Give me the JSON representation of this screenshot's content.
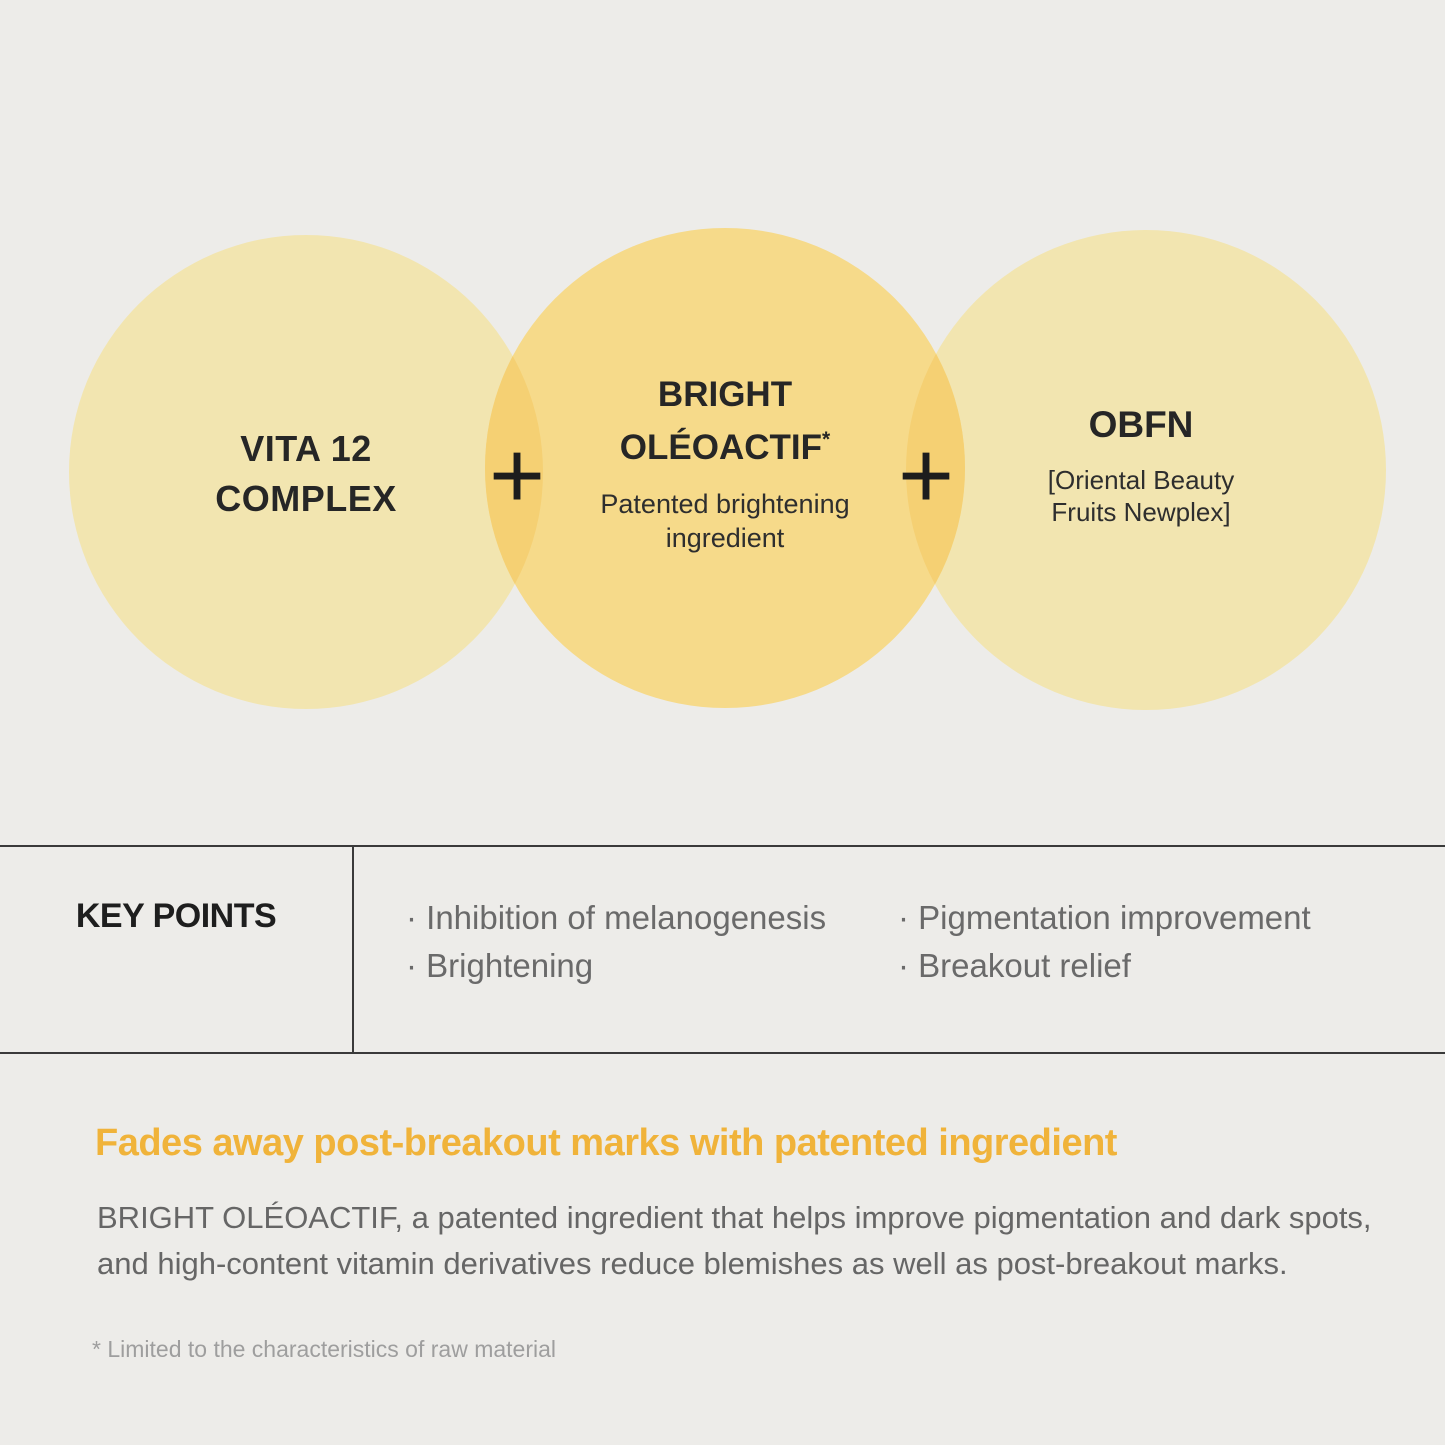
{
  "colors": {
    "background": "#EDECE9",
    "side_circle_fill": "#F2E5B0",
    "center_circle_fill": "#F6DA8A",
    "overlap_fill": "#F5D073",
    "headline": "#F0B33A",
    "body_text": "#666666",
    "footnote_text": "#9E9E9E",
    "rule": "#3A3A3A"
  },
  "venn": {
    "plus_sign": "+",
    "overlap_fill": "#F5D073",
    "circles": [
      {
        "fill": "#F2E5B0",
        "title_lines": [
          "VITA 12",
          "COMPLEX"
        ]
      },
      {
        "fill": "#F6DA8A",
        "title_line1": "BRIGHT",
        "title_line2": "OLÉOACTIF",
        "asterisk": "*",
        "subtitle_lines": [
          "Patented brightening",
          "ingredient"
        ]
      },
      {
        "fill": "#F2E5B0",
        "title": "OBFN",
        "subtitle_lines": [
          "[Oriental Beauty",
          "Fruits Newplex]"
        ]
      }
    ]
  },
  "key_points": {
    "label": "KEY POINTS",
    "columns": [
      [
        "· Inhibition of melanogenesis",
        "· Brightening"
      ],
      [
        "· Pigmentation improvement",
        "· Breakout relief"
      ]
    ]
  },
  "description": {
    "headline": "Fades away post-breakout marks with patented ingredient",
    "body_lines": [
      "BRIGHT OLÉOACTIF, a patented ingredient that helps improve pigmentation and dark spots,",
      "and high-content vitamin derivatives reduce blemishes as well as post-breakout marks."
    ],
    "footnote": "* Limited to the characteristics of raw material"
  }
}
